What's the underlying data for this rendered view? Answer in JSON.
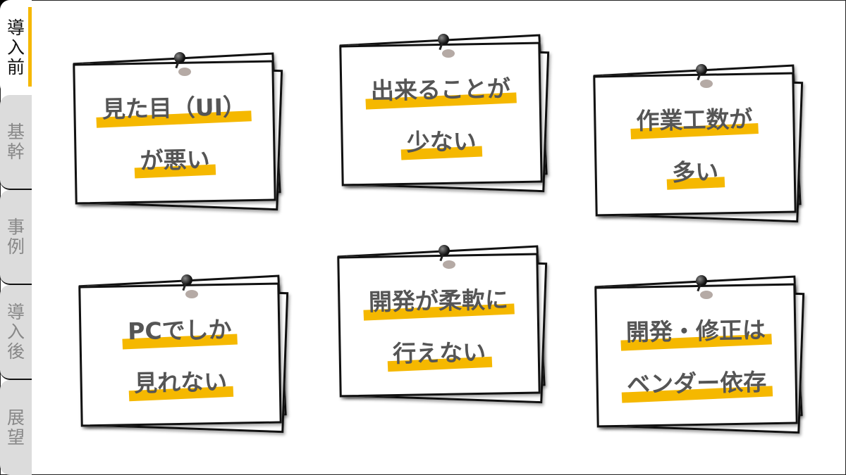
{
  "tabs": [
    {
      "label": [
        "導",
        "入",
        "前"
      ],
      "active": true
    },
    {
      "label": [
        "基",
        "幹"
      ],
      "active": false
    },
    {
      "label": [
        "事",
        "例"
      ],
      "active": false
    },
    {
      "label": [
        "導",
        "入",
        "後"
      ],
      "active": false
    },
    {
      "label": [
        "展",
        "望"
      ],
      "active": false
    }
  ],
  "cards": [
    {
      "lines": [
        "見た目（UI）",
        "が悪い"
      ]
    },
    {
      "lines": [
        "出来ることが",
        "少ない"
      ]
    },
    {
      "lines": [
        "作業工数が",
        "多い"
      ]
    },
    {
      "lines": [
        "PCでしか",
        "見れない"
      ]
    },
    {
      "lines": [
        "開発が柔軟に",
        "行えない"
      ]
    },
    {
      "lines": [
        "開発・修正は",
        "ベンダー依存"
      ]
    }
  ],
  "colors": {
    "accent": "#f5b800",
    "text": "#555555",
    "tab_inactive": "#dcdcdc"
  }
}
